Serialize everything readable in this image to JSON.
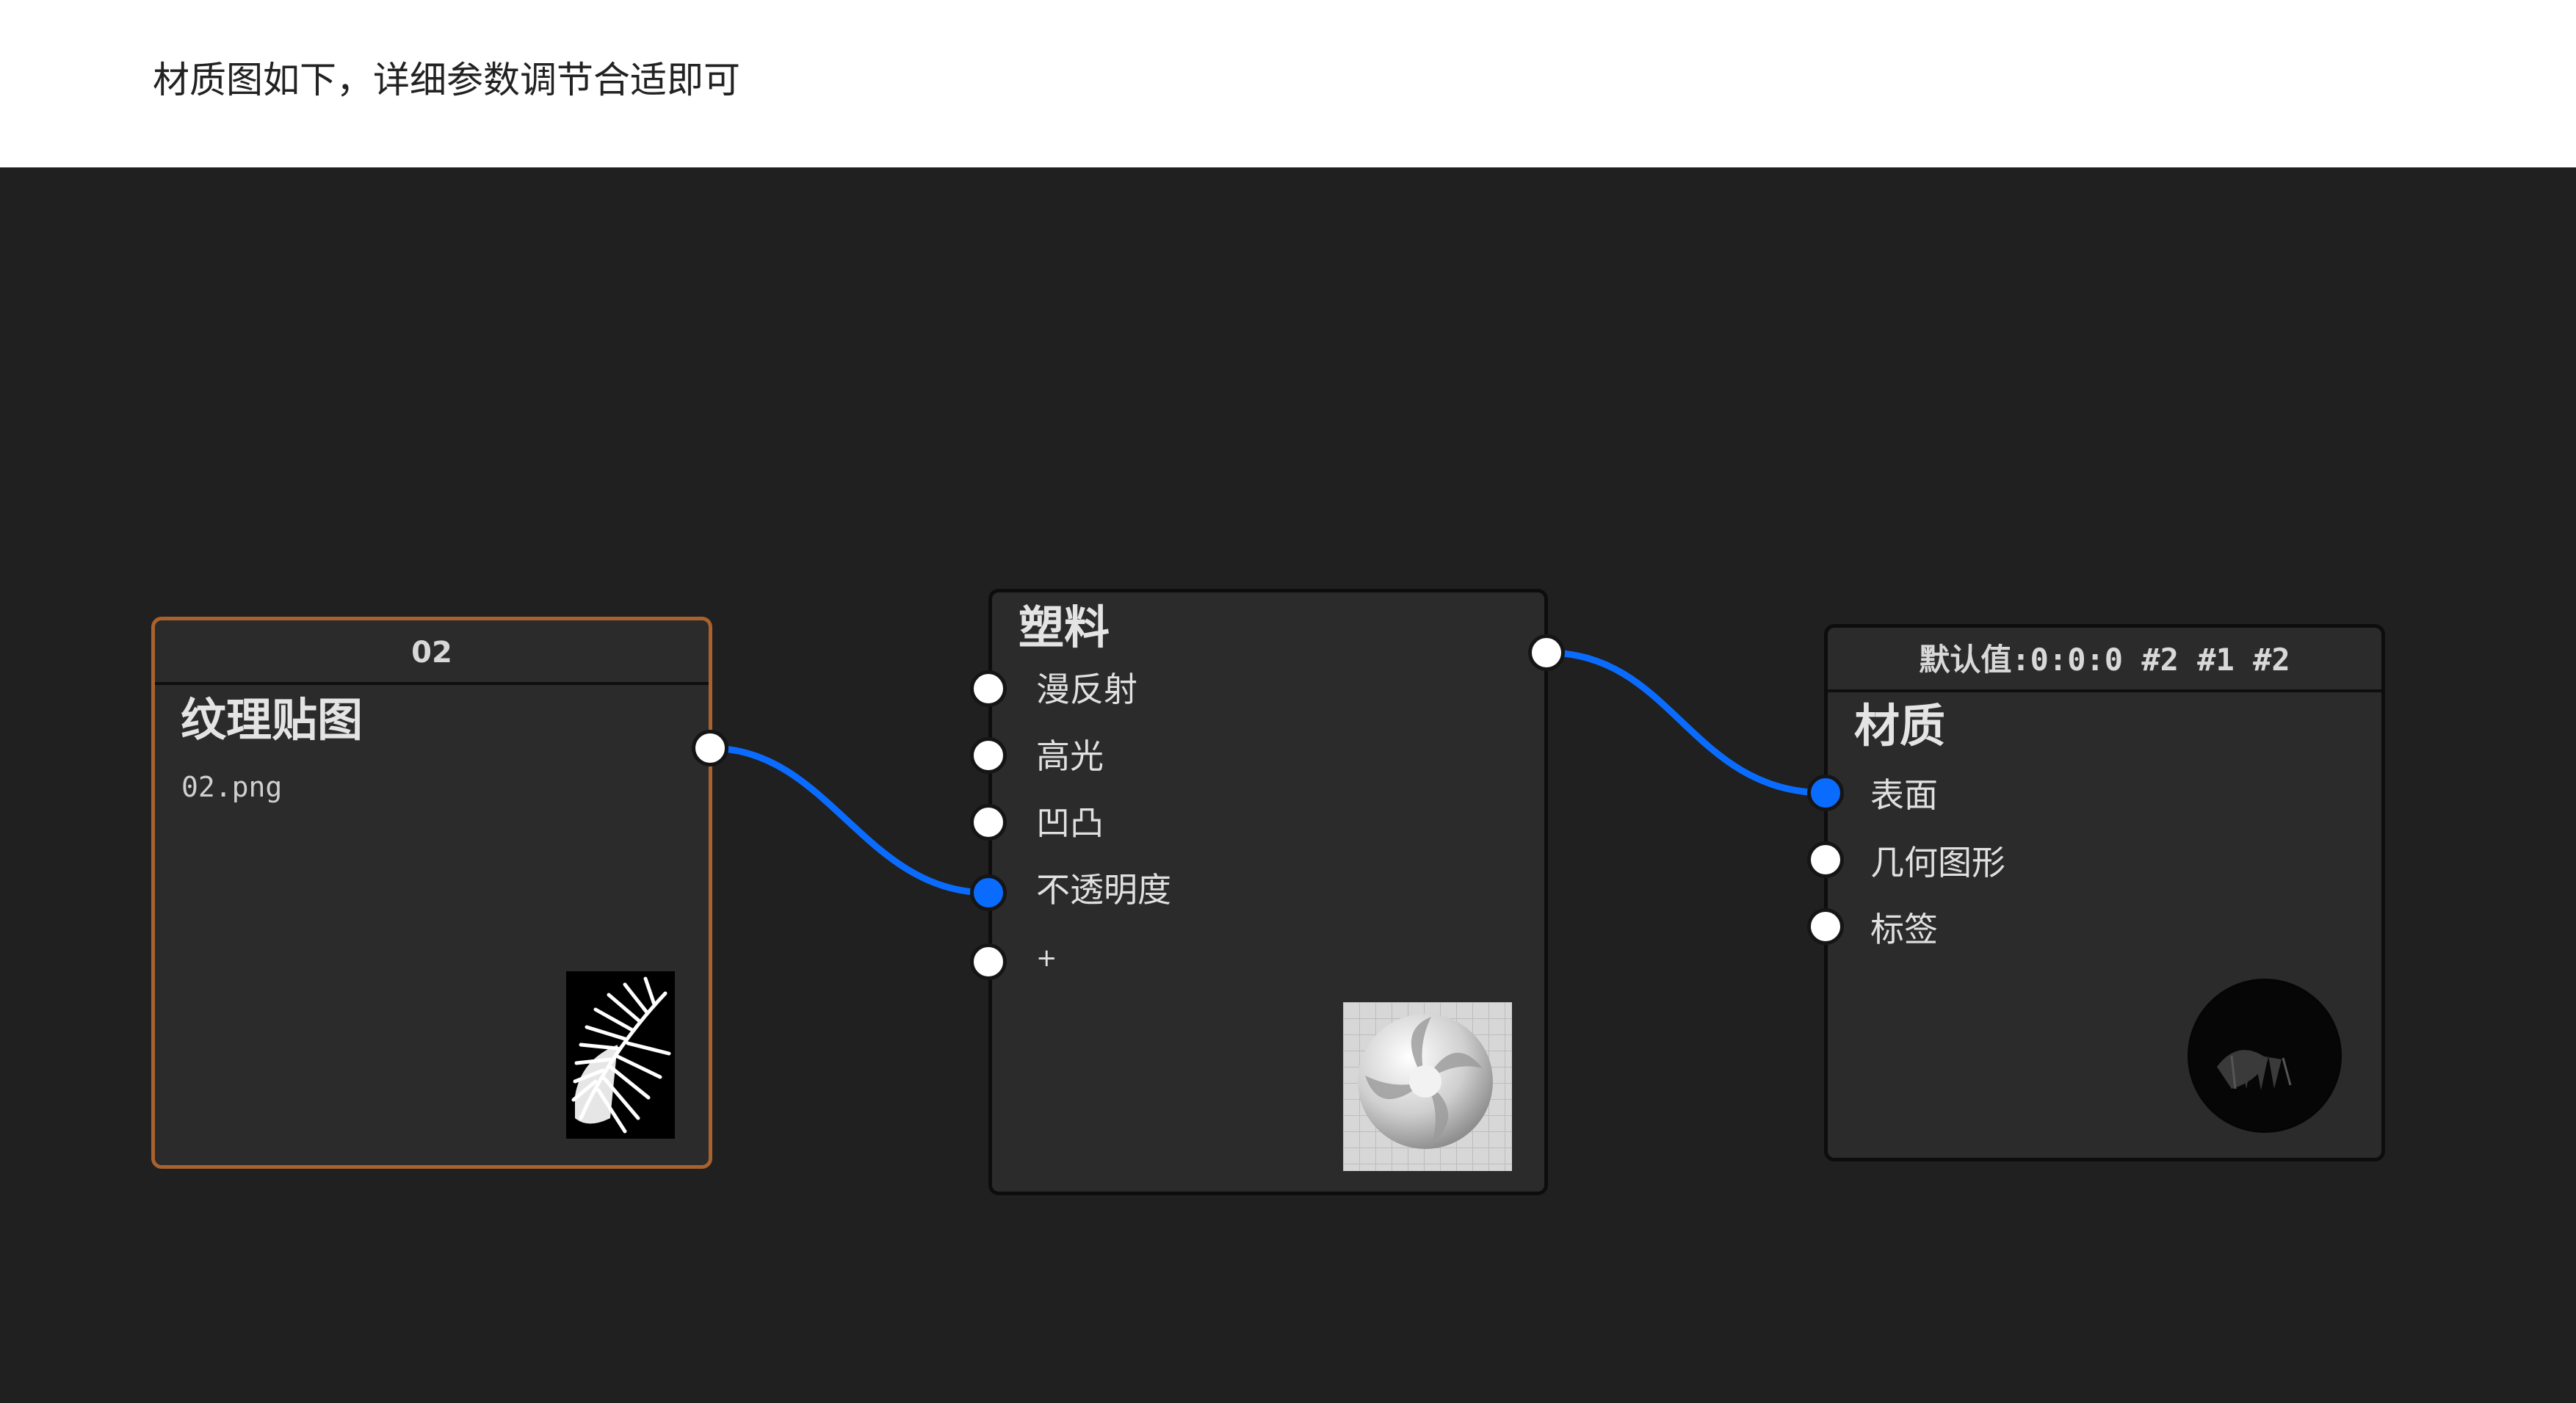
{
  "header": {
    "text": "材质图如下，详细参数调节合适即可"
  },
  "nodes": {
    "texture": {
      "header": "02",
      "title": "纹理贴图",
      "filename": "02.png",
      "thumbnail_icon": "palm-leaf-texture-thumbnail"
    },
    "plastic": {
      "title": "塑料",
      "inputs": [
        "漫反射",
        "高光",
        "凹凸",
        "不透明度",
        "+"
      ],
      "thumbnail_icon": "material-sphere-preview"
    },
    "material": {
      "header": "默认值:0:0:0 #2 #1 #2",
      "title": "材质",
      "inputs": [
        "表面",
        "几何图形",
        "标签"
      ],
      "thumbnail_icon": "material-preview-ball"
    }
  },
  "colors": {
    "canvas_bg": "#202020",
    "node_bg": "#2b2b2b",
    "selected_border": "#a9622d",
    "wire": "#0a6cff",
    "port": "#ffffff",
    "port_connected": "#0a6cff"
  }
}
